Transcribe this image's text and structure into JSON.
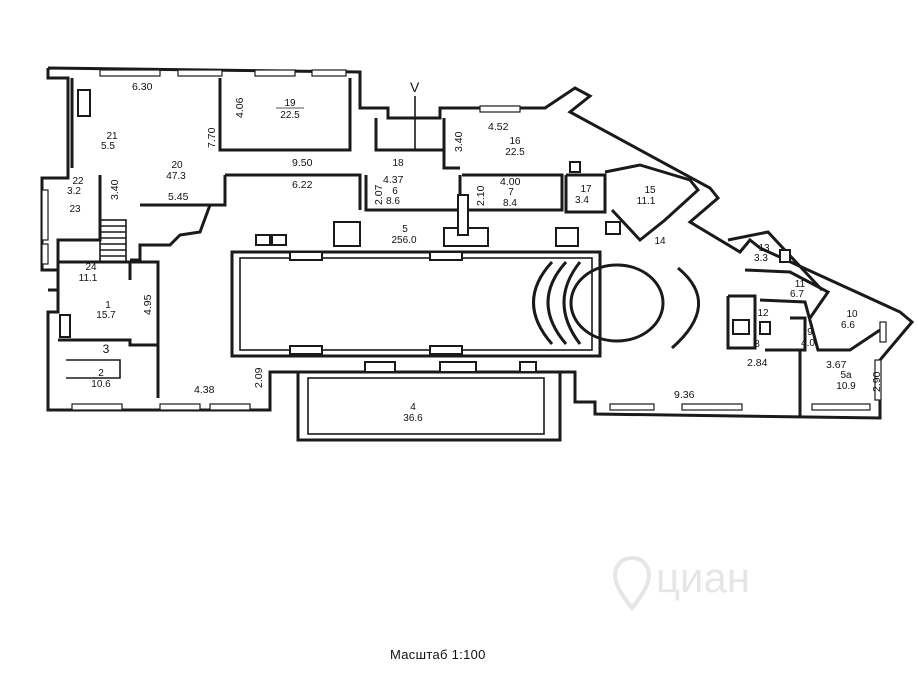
{
  "compass": "V",
  "scale_caption": "Масштаб 1:100",
  "watermark": "циан",
  "rooms": [
    {
      "id": "1",
      "num": "1",
      "area": "15.7"
    },
    {
      "id": "2",
      "num": "2",
      "area": "10.6"
    },
    {
      "id": "3",
      "num": "3",
      "area": ""
    },
    {
      "id": "4",
      "num": "4",
      "area": "36.6"
    },
    {
      "id": "5",
      "num": "5",
      "area": "256.0"
    },
    {
      "id": "6",
      "num": "6",
      "area": "8.6"
    },
    {
      "id": "7",
      "num": "7",
      "area": "8.4"
    },
    {
      "id": "8",
      "num": "8",
      "area": ""
    },
    {
      "id": "9",
      "num": "9",
      "area": "4.0"
    },
    {
      "id": "10",
      "num": "10",
      "area": "6.6"
    },
    {
      "id": "11",
      "num": "11",
      "area": "6.7"
    },
    {
      "id": "12",
      "num": "12",
      "area": ""
    },
    {
      "id": "13",
      "num": "13",
      "area": "3.3"
    },
    {
      "id": "14",
      "num": "14",
      "area": ""
    },
    {
      "id": "15",
      "num": "15",
      "area": "11.1"
    },
    {
      "id": "16",
      "num": "16",
      "area": "22.5"
    },
    {
      "id": "17",
      "num": "17",
      "area": "3.4"
    },
    {
      "id": "18",
      "num": "18",
      "area": ""
    },
    {
      "id": "19",
      "num": "19",
      "area": "22.5"
    },
    {
      "id": "20",
      "num": "20",
      "area": "47.3"
    },
    {
      "id": "21",
      "num": "21",
      "area": "5.5"
    },
    {
      "id": "22",
      "num": "22",
      "area": "3.2"
    },
    {
      "id": "23",
      "num": "23",
      "area": ""
    },
    {
      "id": "24",
      "num": "24",
      "area": "11.1"
    },
    {
      "id": "5a",
      "num": "5a",
      "area": "10.9"
    }
  ],
  "dimensions": [
    {
      "id": "d630",
      "text": "6.30"
    },
    {
      "id": "d406",
      "text": "4.06"
    },
    {
      "id": "d770",
      "text": "7.70"
    },
    {
      "id": "d950",
      "text": "9.50"
    },
    {
      "id": "d340a",
      "text": "3.40"
    },
    {
      "id": "d452",
      "text": "4.52"
    },
    {
      "id": "d622",
      "text": "6.22"
    },
    {
      "id": "d437",
      "text": "4.37"
    },
    {
      "id": "d400",
      "text": "4.00"
    },
    {
      "id": "d207",
      "text": "2.07"
    },
    {
      "id": "d210",
      "text": "2.10"
    },
    {
      "id": "d340b",
      "text": "3.40"
    },
    {
      "id": "d545",
      "text": "5.45"
    },
    {
      "id": "d495",
      "text": "4.95"
    },
    {
      "id": "d438",
      "text": "4.38"
    },
    {
      "id": "d209",
      "text": "2.09"
    },
    {
      "id": "d936",
      "text": "9.36"
    },
    {
      "id": "d284",
      "text": "2.84"
    },
    {
      "id": "d367",
      "text": "3.67"
    },
    {
      "id": "d290",
      "text": "2.90"
    }
  ]
}
